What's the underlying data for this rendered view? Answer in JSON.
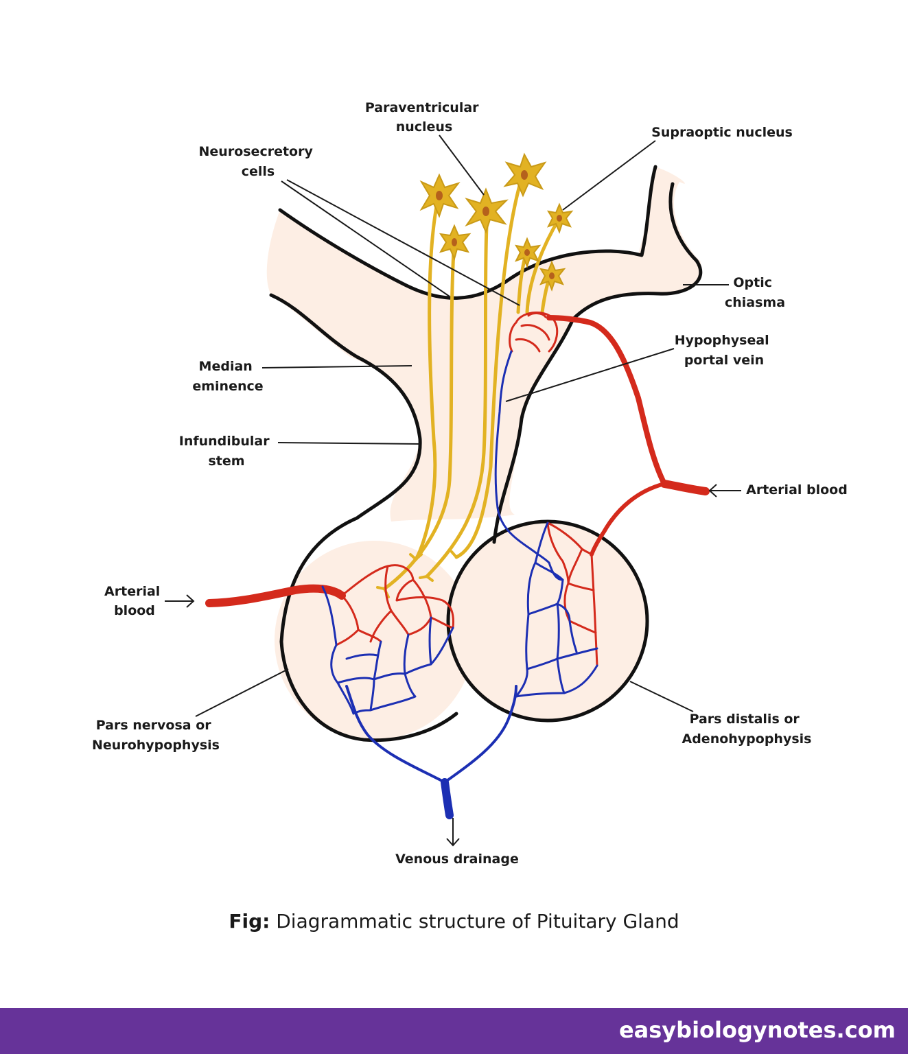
{
  "labels": {
    "paraventricular": [
      "Paraventricular",
      "nucleus"
    ],
    "neurosecretory": [
      "Neurosecretory",
      "cells"
    ],
    "supraoptic": [
      "Supraoptic nucleus"
    ],
    "optic": [
      "Optic",
      "chiasma"
    ],
    "hypophyseal": [
      "Hypophyseal",
      "portal vein"
    ],
    "median": [
      "Median",
      "eminence"
    ],
    "infundibular": [
      "Infundibular",
      "stem"
    ],
    "arterial_right": [
      "Arterial blood"
    ],
    "arterial_left": [
      "Arterial",
      "blood"
    ],
    "pars_nervosa": [
      "Pars nervosa or",
      "Neurohypophysis"
    ],
    "pars_distalis": [
      "Pars distalis or",
      "Adenohypophysis"
    ],
    "venous": [
      "Venous drainage"
    ]
  },
  "caption": {
    "prefix": "Fig:",
    "text": " Diagrammatic structure of Pituitary Gland"
  },
  "footer": {
    "site": "easybiologynotes.com"
  },
  "colors": {
    "tissue": "#fdeee4",
    "outline": "#111111",
    "artery": "#d42a1c",
    "vein": "#1c2fb3",
    "neuron": "#e2b223",
    "neuron_nucleus": "#b5611c",
    "footer": "#663399"
  }
}
